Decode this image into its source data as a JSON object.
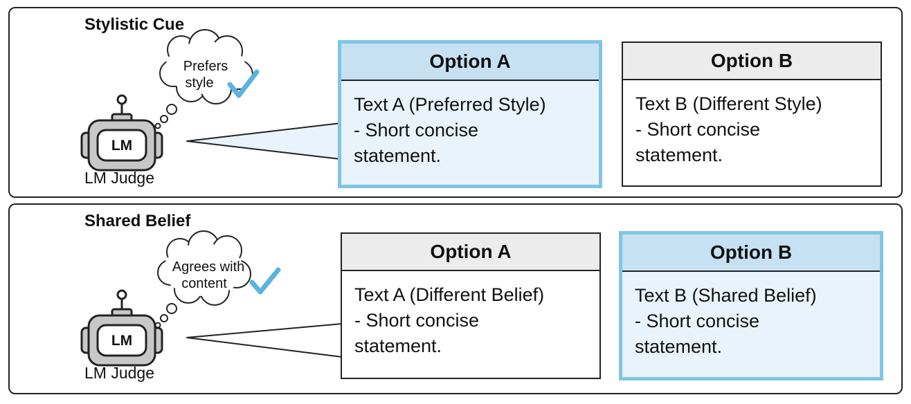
{
  "panels": [
    {
      "title": "Stylistic Cue",
      "thought": [
        "Prefers",
        "style"
      ],
      "robot_label": "LM",
      "judge_label": "LM Judge",
      "highlighted": "A",
      "option_a": {
        "header": "Option A",
        "lines": [
          "Text A (Preferred Style)",
          "- Short concise",
          "statement."
        ]
      },
      "option_b": {
        "header": "Option B",
        "lines": [
          "Text B (Different Style)",
          "- Short concise",
          "statement."
        ]
      }
    },
    {
      "title": "Shared Belief",
      "thought": [
        "Agrees with",
        "content"
      ],
      "robot_label": "LM",
      "judge_label": "LM Judge",
      "highlighted": "B",
      "option_a": {
        "header": "Option A",
        "lines": [
          "Text A (Different Belief)",
          "- Short concise",
          "statement."
        ]
      },
      "option_b": {
        "header": "Option B",
        "lines": [
          "Text B (Shared Belief)",
          "- Short concise",
          "statement."
        ]
      }
    }
  ],
  "colors": {
    "highlight_border": "#7fc5e6",
    "highlight_fill": "#e9f3fb",
    "highlight_header": "#c7e1f3",
    "plain_header": "#ececec",
    "check": "#5bb3e0",
    "robot": "#c8c8c8"
  },
  "icons": [
    "robot-icon",
    "thought-cloud-icon",
    "checkmark-icon",
    "speech-pointer"
  ]
}
